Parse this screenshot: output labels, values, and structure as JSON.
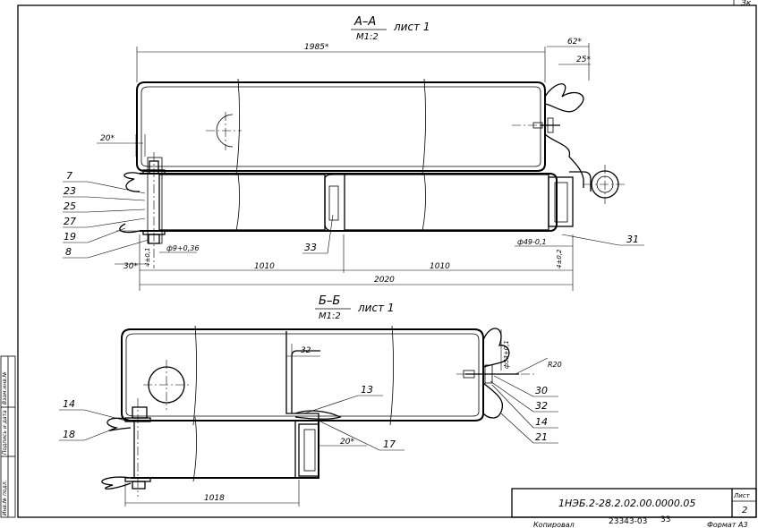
{
  "sheet": {
    "corner_mark": "Зк",
    "section_a": {
      "title": "А–А",
      "scale": "М1:2",
      "note": "лист 1"
    },
    "section_b": {
      "title": "Б–Б",
      "scale": "М1:2",
      "note": "лист 1"
    },
    "dims_a": {
      "overall_top": "1985*",
      "right_62": "62*",
      "right_25": "25*",
      "left_20": "20*",
      "diam_left": "ф9+0,36",
      "diam_right": "ф49-0,1",
      "small_h": "4±0,1",
      "left_30": "30*",
      "half_left": "1010",
      "half_right": "1010",
      "overall_bottom": "2020",
      "right_small": "4±0,2"
    },
    "dims_b": {
      "w32": "32",
      "diam": "ф53+0,1",
      "radius": "R20",
      "w20": "20*",
      "bottom": "1018"
    },
    "callouts_a": [
      "7",
      "23",
      "25",
      "27",
      "19",
      "8",
      "33",
      "31"
    ],
    "callouts_b": [
      "14",
      "18",
      "13",
      "17",
      "30",
      "32",
      "14",
      "21"
    ],
    "title_block": {
      "doc_number": "1НЭБ.2-28.2.02.00.0000.05",
      "sheet_label": "Лист",
      "sheet_number": "2"
    },
    "footer": {
      "left_text": "Копировал",
      "archive_number": "23343-03",
      "page_number": "33",
      "right_text": "Формат А3"
    },
    "side_stamp": [
      "Инв.№ подл.",
      "Подпись и дата",
      "Взам.инв.№"
    ]
  }
}
